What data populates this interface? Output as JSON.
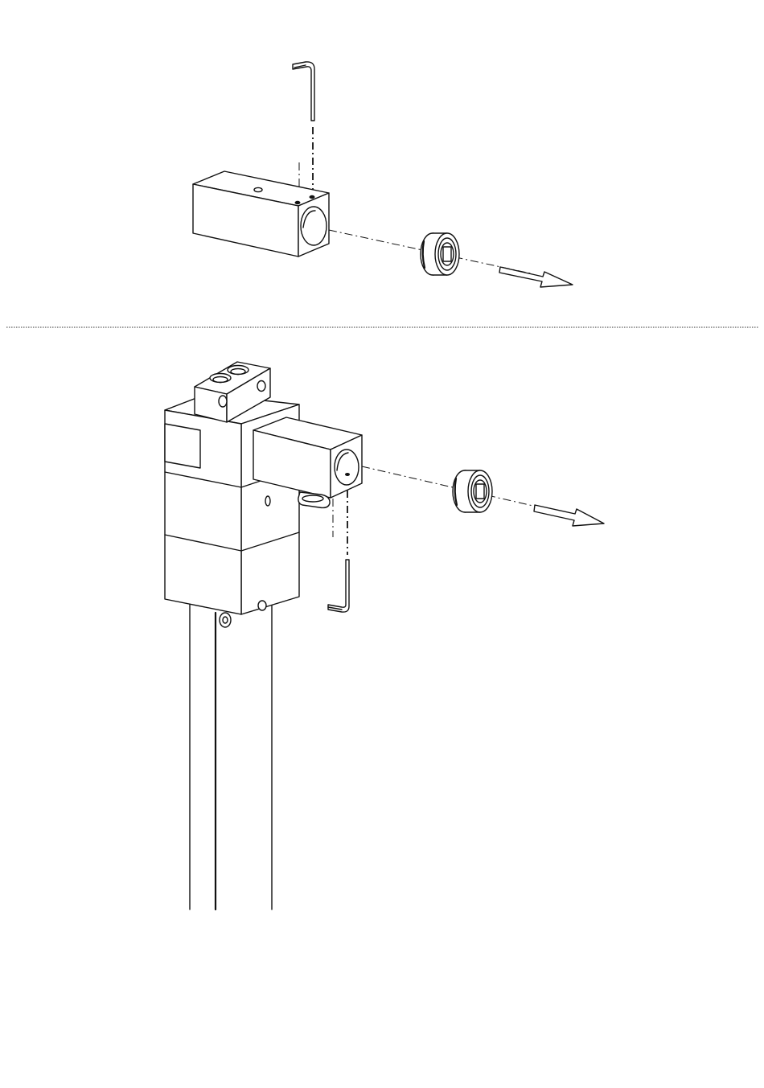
{
  "figures": [
    {
      "id": "upper-assembly",
      "parts": [
        "hex-key",
        "housing-block",
        "bearing",
        "direction-arrow"
      ]
    },
    {
      "id": "lower-assembly",
      "parts": [
        "clamp-block",
        "main-body",
        "arm-block",
        "bearing",
        "direction-arrow",
        "hex-key",
        "support-tubes"
      ]
    }
  ],
  "colors": {
    "line": "#111111",
    "background": "#ffffff"
  }
}
